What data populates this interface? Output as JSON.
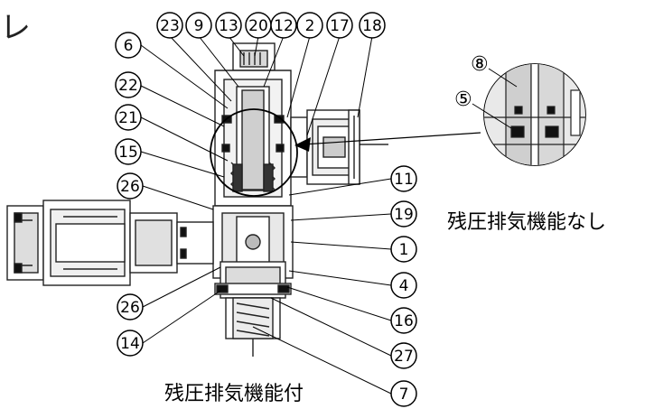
{
  "partial_glyph": "レ",
  "callouts_top": [
    "23",
    "9",
    "13",
    "20",
    "12",
    "2",
    "17",
    "18"
  ],
  "callouts_left": [
    "6",
    "22",
    "21",
    "15",
    "26"
  ],
  "callouts_right": [
    "11",
    "19",
    "1",
    "4",
    "16",
    "27"
  ],
  "callouts_bottom_left": [
    "26",
    "14"
  ],
  "callout_bottom": "7",
  "detail_callouts": [
    "⑧",
    "⑤"
  ],
  "caption_bottom": "残圧排気機能付",
  "caption_right": "残圧排気機能なし"
}
